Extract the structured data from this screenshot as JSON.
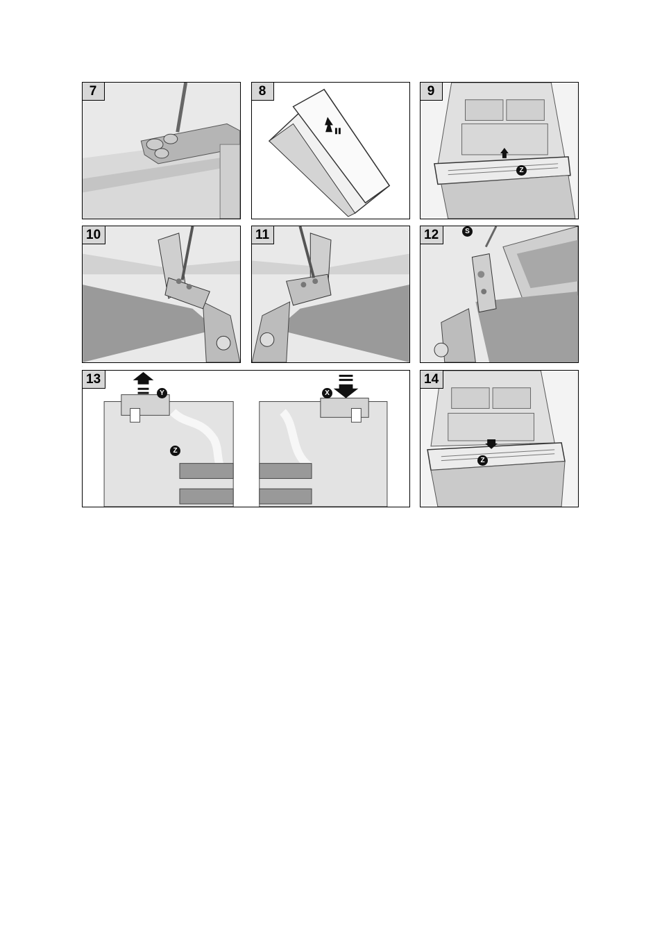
{
  "steps": [
    {
      "number": "7"
    },
    {
      "number": "8"
    },
    {
      "number": "9",
      "callout": "Z"
    },
    {
      "number": "10"
    },
    {
      "number": "11"
    },
    {
      "number": "12",
      "callout": "S"
    },
    {
      "number": "13",
      "callouts": [
        "Y",
        "X",
        "Z"
      ]
    },
    {
      "number": "14",
      "callout": "Z"
    }
  ],
  "colors": {
    "border": "#000000",
    "step_label_bg": "#d7d7d7",
    "panel_bg": "#e9e9e9"
  }
}
